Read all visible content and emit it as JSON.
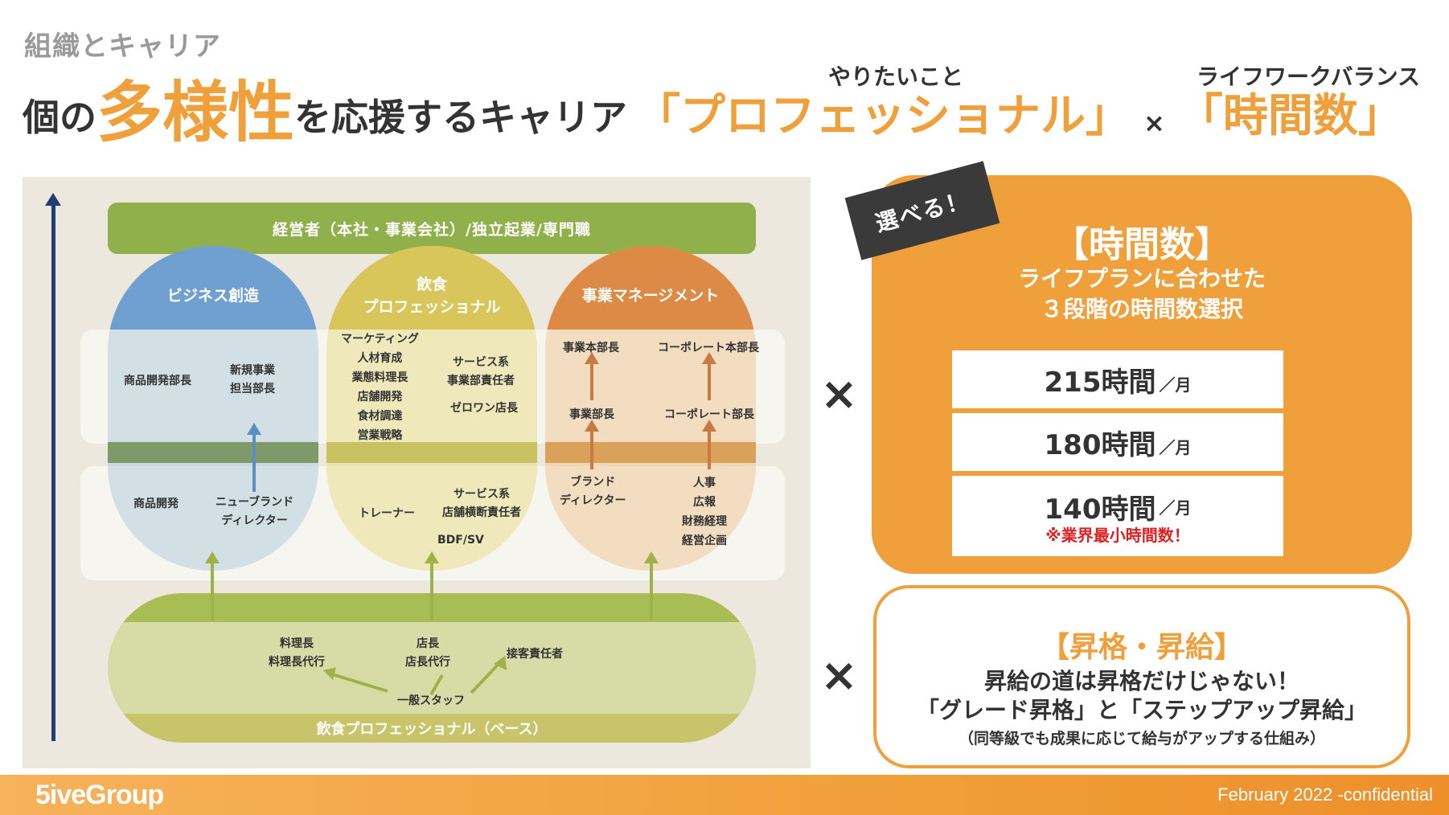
{
  "header": {
    "section_label": "組織とキャリア",
    "headline_part1": "個の",
    "headline_accent": "多様性",
    "headline_part2": "を応援するキャリア",
    "headline_professional": "「プロフェッショナル」",
    "headline_times": "×",
    "headline_hours": "「時間数」",
    "ruby_professional": "やりたいこと",
    "ruby_hours": "ライフワークバランス"
  },
  "diagram": {
    "top_bar": "経営者（本社・事業会社）/独立起業/専門職",
    "columns": [
      {
        "title": "ビジネス創造",
        "color_top": "#6fa0cf",
        "color_mid": "#7e9a6a"
      },
      {
        "title": "飲食\nプロフェッショナル",
        "color_top": "#d9c65a",
        "color_mid": "#c9c262"
      },
      {
        "title": "事業マネージメント",
        "color_top": "#dc8a45",
        "color_mid": "#d9a15a"
      }
    ],
    "business": {
      "upper_left": "商品開発部長",
      "upper_right": "新規事業\n担当部長",
      "lower_left": "商品開発",
      "lower_right": "ニューブランド\nディレクター"
    },
    "food": {
      "upper_left": "マーケティング\n人材育成\n業態料理長\n店舗開発\n食材調達\n営業戦略",
      "upper_right_1": "サービス系\n事業部責任者",
      "upper_right_2": "ゼロワン店長",
      "lower_left": "トレーナー",
      "lower_right": "サービス系\n店舗横断責任者",
      "lower_bottom": "BDF/SV"
    },
    "management": {
      "upper_left_1": "事業本部長",
      "upper_left_2": "事業部長",
      "upper_right_1": "コーポレート本部長",
      "upper_right_2": "コーポレート部長",
      "lower_left": "ブランド\nディレクター",
      "lower_right": "人事\n広報\n財務経理\n経営企画"
    },
    "base": {
      "chef": "料理長\n料理長代行",
      "manager": "店長\n店長代行",
      "service": "接客責任者",
      "staff": "一般スタッフ",
      "footer": "飲食プロフェッショナル（ベース）"
    }
  },
  "hours_card": {
    "badge": "選べる！",
    "title": "【時間数】",
    "subtitle": "ライフプランに合わせた\n３段階の時間数選択",
    "options": [
      {
        "hours": "215時間",
        "unit": "／月"
      },
      {
        "hours": "180時間",
        "unit": "／月"
      },
      {
        "hours": "140時間",
        "unit": "／月"
      }
    ],
    "note": "※業界最小時間数！"
  },
  "promo_card": {
    "title": "【昇格・昇給】",
    "body": "昇給の道は昇格だけじゃない！\n「グレード昇格」と「ステップアップ昇給」",
    "note": "（同等級でも成果に応じて給与がアップする仕組み）"
  },
  "multiply_sign": "×",
  "footer": {
    "logo": "5iveGroup",
    "note": "February 2022 -confidential"
  },
  "colors": {
    "accent": "#f0a03a",
    "axis": "#1f3e7a",
    "top_bar": "#8fb04b",
    "note_red": "#e02020"
  }
}
